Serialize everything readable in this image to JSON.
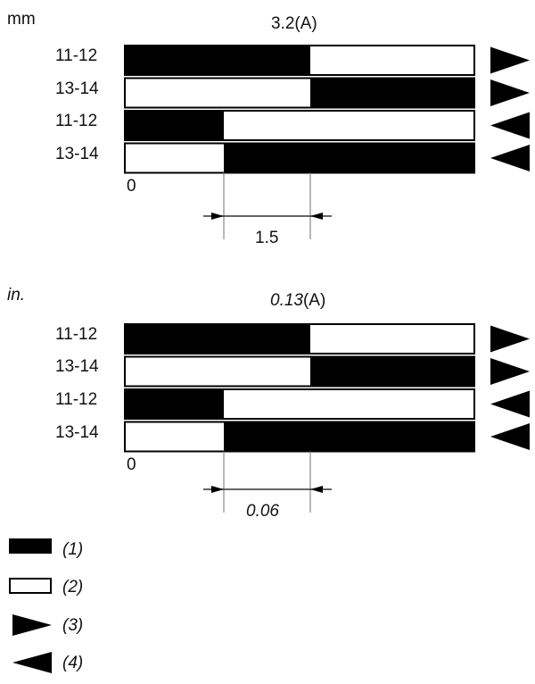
{
  "sections": [
    {
      "unit": "mm",
      "title_value": "3.2",
      "title_suffix": "(A)",
      "rows": [
        {
          "label": "11-12",
          "dir": "right"
        },
        {
          "label": "13-14",
          "dir": "right"
        },
        {
          "label": "11-12",
          "dir": "left"
        },
        {
          "label": "13-14",
          "dir": "left"
        }
      ],
      "zero": "0",
      "dimension": "1.5"
    },
    {
      "unit": "in.",
      "title_value": "0.13",
      "title_suffix": "(A)",
      "rows": [
        {
          "label": "11-12",
          "dir": "right"
        },
        {
          "label": "13-14",
          "dir": "right"
        },
        {
          "label": "11-12",
          "dir": "left"
        },
        {
          "label": "13-14",
          "dir": "left"
        }
      ],
      "zero": "0",
      "dimension": "0.06"
    }
  ],
  "legend": [
    {
      "symbol": "filled-bar",
      "label": "(1)"
    },
    {
      "symbol": "empty-bar",
      "label": "(2)"
    },
    {
      "symbol": "arrow-right",
      "label": "(3)"
    },
    {
      "symbol": "arrow-left",
      "label": "(4)"
    }
  ],
  "colors": {
    "ink": "#000000",
    "paper": "#ffffff",
    "dim_line": "#888888"
  }
}
